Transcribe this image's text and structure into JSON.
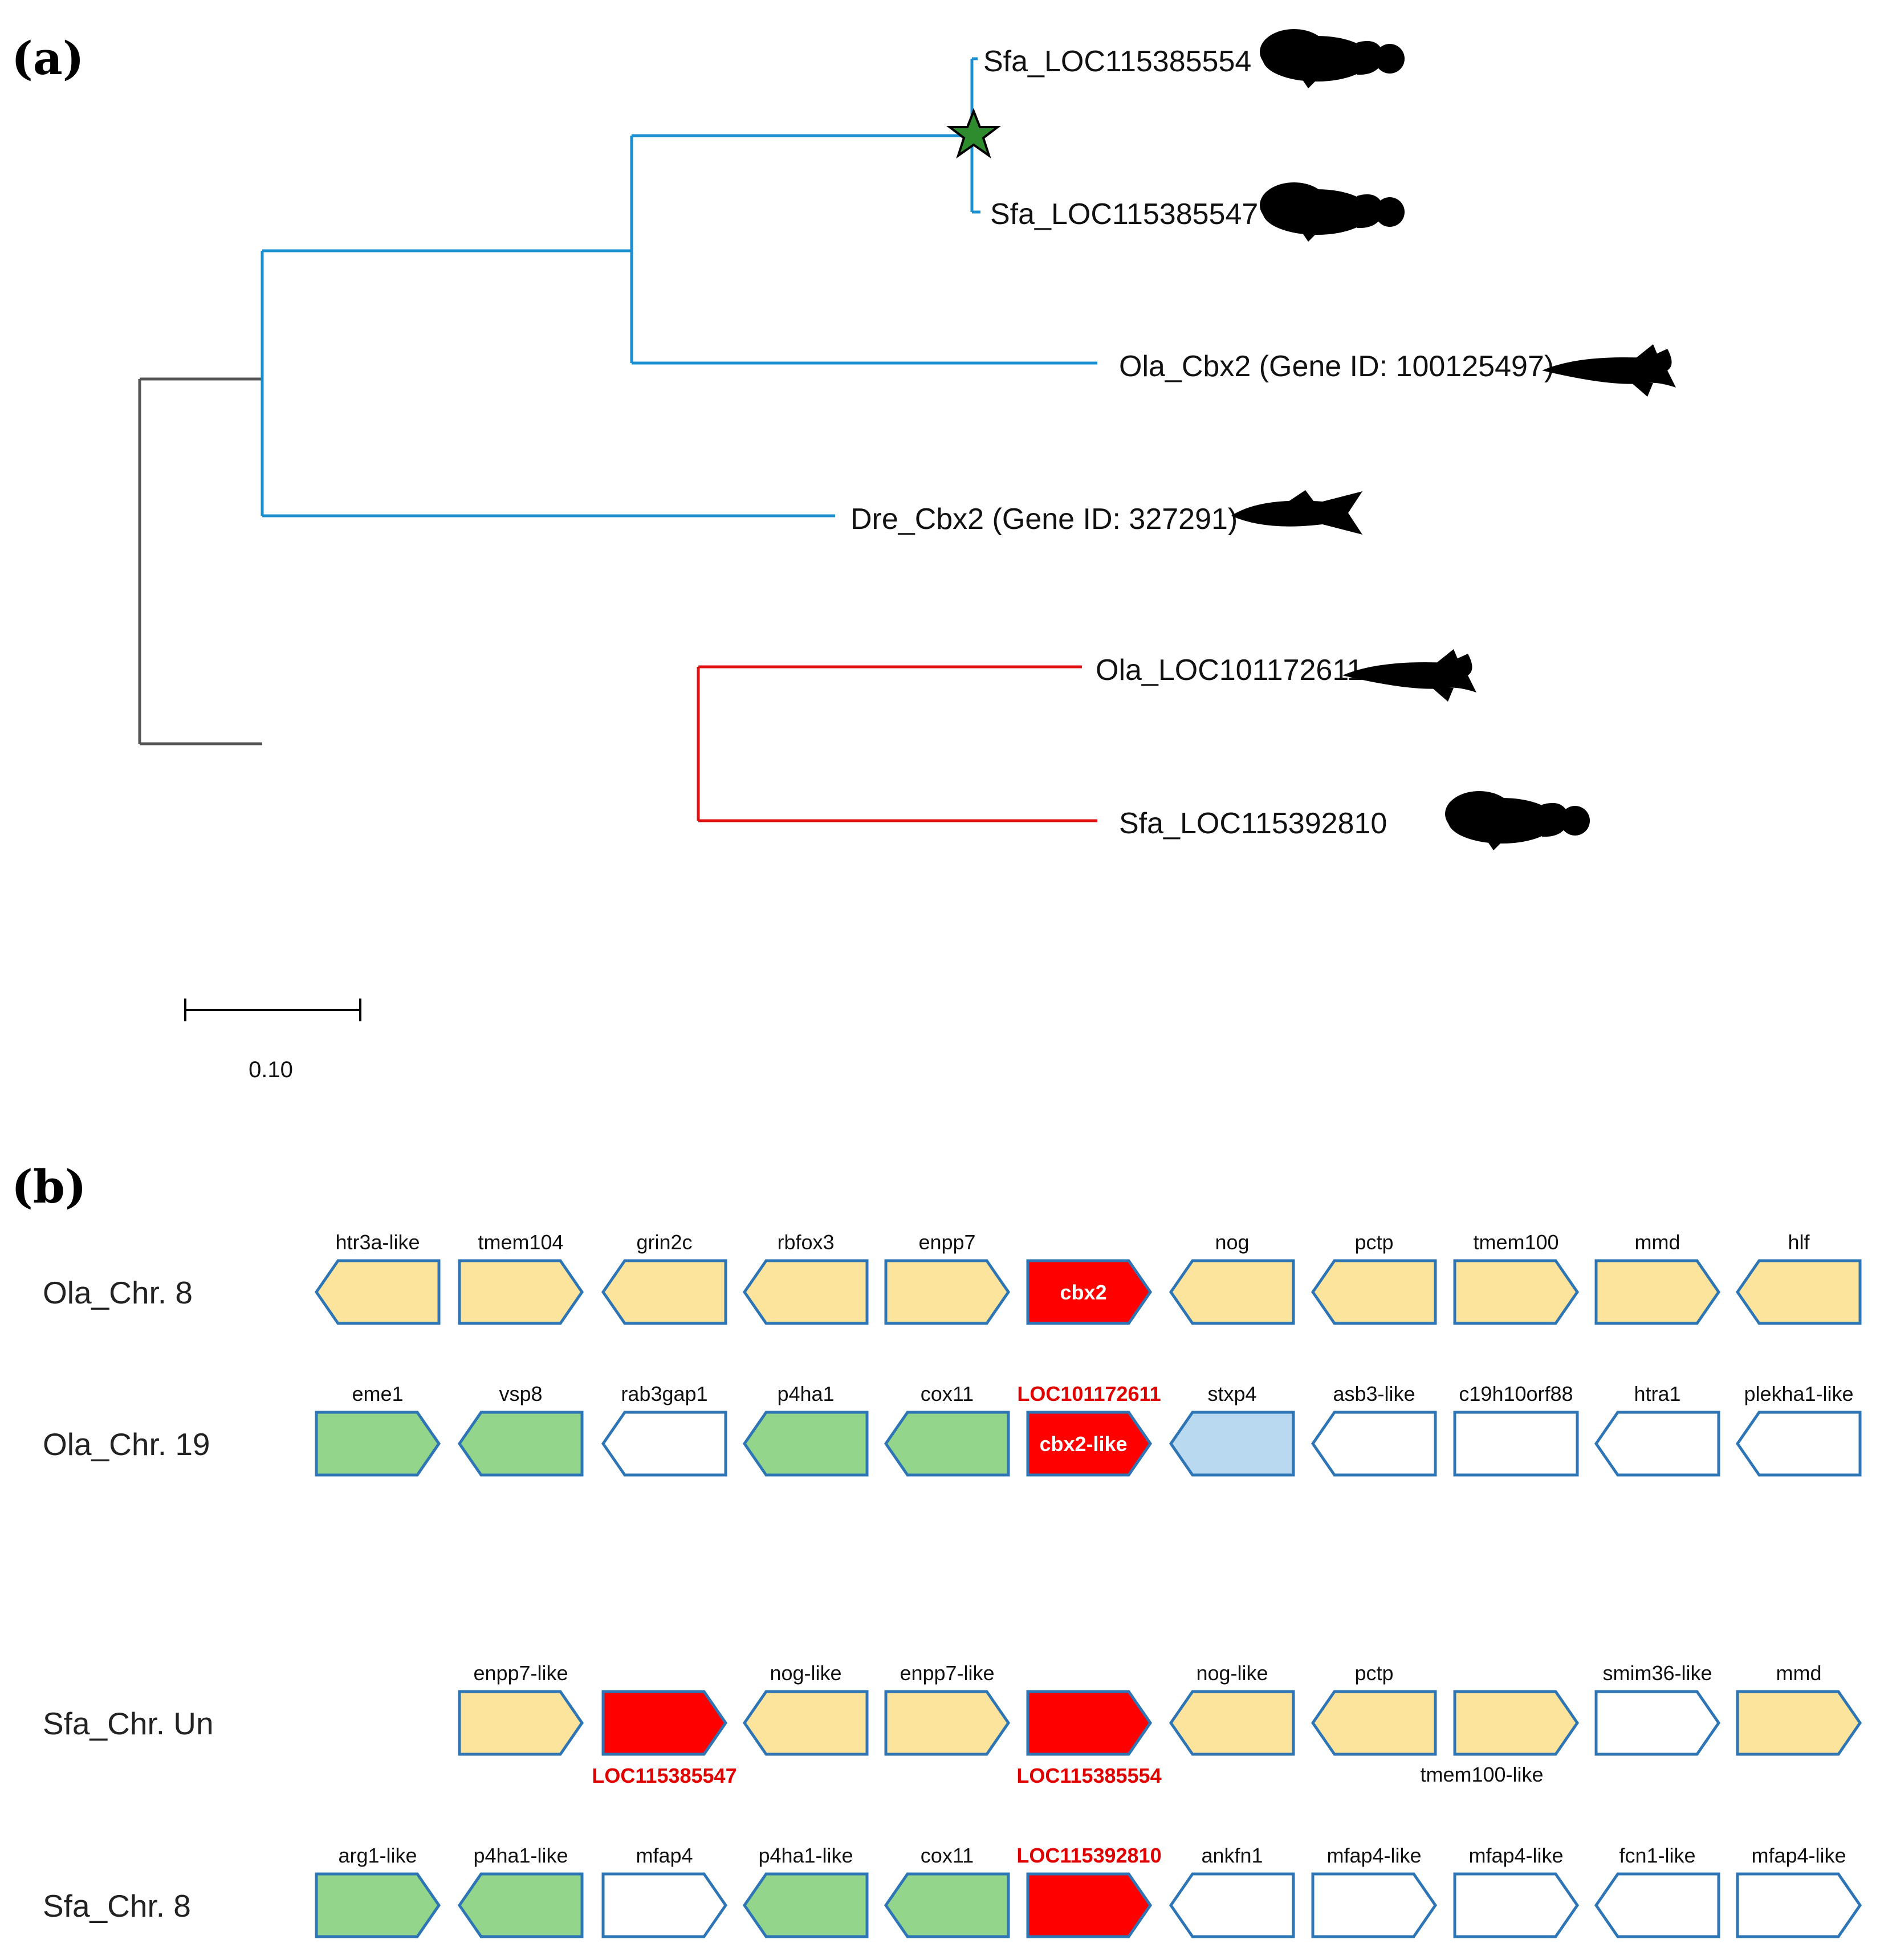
{
  "panel_a": {
    "label": "(a)",
    "colors": {
      "cbx2_clade": "#1b8fd0",
      "cbx2like_clade": "#e01010",
      "root": "#555555",
      "star": "#2e8b2e"
    },
    "leaves": [
      {
        "id": "sfa554",
        "label": "Sfa_LOC115385554",
        "species": "sfa",
        "clade": "blue"
      },
      {
        "id": "sfa547",
        "label": "Sfa_LOC115385547",
        "species": "sfa",
        "clade": "blue"
      },
      {
        "id": "olacbx2",
        "label": "Ola_Cbx2 (Gene ID: 100125497)",
        "species": "ola",
        "clade": "blue"
      },
      {
        "id": "drecbx2",
        "label": "Dre_Cbx2 (Gene ID: 327291)",
        "species": "dre",
        "clade": "blue"
      },
      {
        "id": "ola611",
        "label": "Ola_LOC101172611",
        "species": "ola",
        "clade": "red"
      },
      {
        "id": "sfa810",
        "label": "Sfa_LOC115392810",
        "species": "sfa",
        "clade": "red"
      }
    ],
    "scale_bar": {
      "value": 0.1,
      "label": "0.10"
    },
    "star_marker": "star-icon"
  },
  "panel_b": {
    "label": "(b)",
    "colors": {
      "syntenic_yellow": "#fde49c",
      "syntenic_green": "#93d58a",
      "light_blue": "#b8d9f0",
      "empty": "#ffffff",
      "target_red": "#ff0000",
      "outline": "#2e75b6"
    },
    "rows": [
      {
        "name": "Ola_Chr. 8",
        "genes": [
          {
            "label": "htr3a-like",
            "dir": "left",
            "fill": "yellow"
          },
          {
            "label": "tmem104",
            "dir": "right",
            "fill": "yellow"
          },
          {
            "label": "grin2c",
            "dir": "left",
            "fill": "yellow"
          },
          {
            "label": "rbfox3",
            "dir": "left",
            "fill": "yellow"
          },
          {
            "label": "enpp7",
            "dir": "right",
            "fill": "yellow"
          },
          {
            "label": "",
            "inner": "cbx2",
            "dir": "right",
            "fill": "red"
          },
          {
            "label": "nog",
            "dir": "left",
            "fill": "yellow"
          },
          {
            "label": "pctp",
            "dir": "left",
            "fill": "yellow"
          },
          {
            "label": "tmem100",
            "dir": "right",
            "fill": "yellow"
          },
          {
            "label": "mmd",
            "dir": "right",
            "fill": "yellow"
          },
          {
            "label": "hlf",
            "dir": "left",
            "fill": "yellow"
          }
        ]
      },
      {
        "name": "Ola_Chr. 19",
        "genes": [
          {
            "label": "eme1",
            "dir": "right",
            "fill": "green"
          },
          {
            "label": "vsp8",
            "dir": "left",
            "fill": "green"
          },
          {
            "label": "rab3gap1",
            "dir": "left",
            "fill": "white"
          },
          {
            "label": "p4ha1",
            "dir": "left",
            "fill": "green"
          },
          {
            "label": "cox11",
            "dir": "left",
            "fill": "green"
          },
          {
            "label": "LOC101172611",
            "inner": "cbx2-like",
            "dir": "right",
            "fill": "red",
            "red_label": true
          },
          {
            "label": "stxp4",
            "dir": "left",
            "fill": "lightblue"
          },
          {
            "label": "asb3-like",
            "dir": "left",
            "fill": "white"
          },
          {
            "label": "c19h10orf88",
            "dir": "none",
            "fill": "white"
          },
          {
            "label": "htra1",
            "dir": "left",
            "fill": "white"
          },
          {
            "label": "plekha1-like",
            "dir": "left",
            "fill": "white"
          }
        ]
      },
      {
        "name": "Sfa_Chr. Un",
        "genes": [
          {
            "label": "",
            "dir": "skip",
            "fill": "white"
          },
          {
            "label": "enpp7-like",
            "dir": "right",
            "fill": "yellow"
          },
          {
            "label": "",
            "below": "LOC115385547",
            "dir": "right",
            "fill": "red"
          },
          {
            "label": "nog-like",
            "dir": "left",
            "fill": "yellow"
          },
          {
            "label": "enpp7-like",
            "dir": "right",
            "fill": "yellow"
          },
          {
            "label": "",
            "below": "LOC115385554",
            "dir": "right",
            "fill": "red"
          },
          {
            "label": "nog-like",
            "dir": "left",
            "fill": "yellow"
          },
          {
            "label": "pctp",
            "dir": "left",
            "fill": "yellow"
          },
          {
            "label": "",
            "below_black": "tmem100-like",
            "dir": "right",
            "fill": "yellow"
          },
          {
            "label": "smim36-like",
            "dir": "right",
            "fill": "white"
          },
          {
            "label": "mmd",
            "dir": "right",
            "fill": "yellow"
          }
        ]
      },
      {
        "name": "Sfa_Chr. 8",
        "genes": [
          {
            "label": "arg1-like",
            "dir": "right",
            "fill": "green"
          },
          {
            "label": "p4ha1-like",
            "dir": "left",
            "fill": "green"
          },
          {
            "label": "mfap4",
            "dir": "right",
            "fill": "white"
          },
          {
            "label": "p4ha1-like",
            "dir": "left",
            "fill": "green"
          },
          {
            "label": "cox11",
            "dir": "left",
            "fill": "green"
          },
          {
            "label": "LOC115392810",
            "dir": "right",
            "fill": "red",
            "red_label": true
          },
          {
            "label": "ankfn1",
            "dir": "left",
            "fill": "white"
          },
          {
            "label": "mfap4-like",
            "dir": "right",
            "fill": "white"
          },
          {
            "label": "mfap4-like",
            "dir": "right",
            "fill": "white"
          },
          {
            "label": "fcn1-like",
            "dir": "left",
            "fill": "white"
          },
          {
            "label": "mfap4-like",
            "dir": "right",
            "fill": "white"
          }
        ]
      }
    ]
  }
}
